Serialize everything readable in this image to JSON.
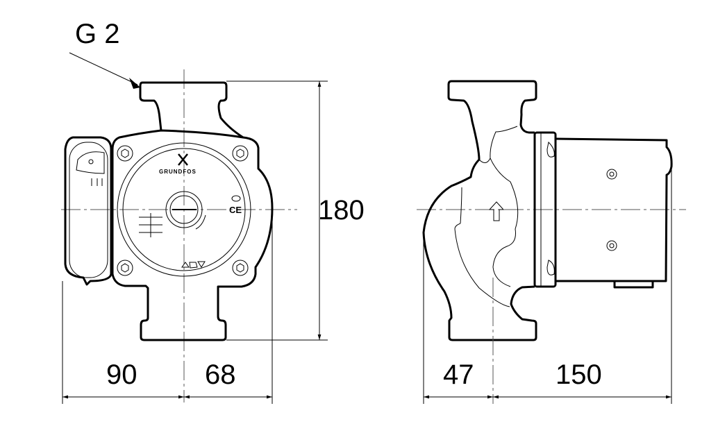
{
  "thread_label": "G 2",
  "dimensions": {
    "height": "180",
    "front_left": "90",
    "front_right": "68",
    "side_left": "47",
    "side_right": "150"
  },
  "brand_mark": "GRUNDFOS",
  "ce_mark": "CE"
}
